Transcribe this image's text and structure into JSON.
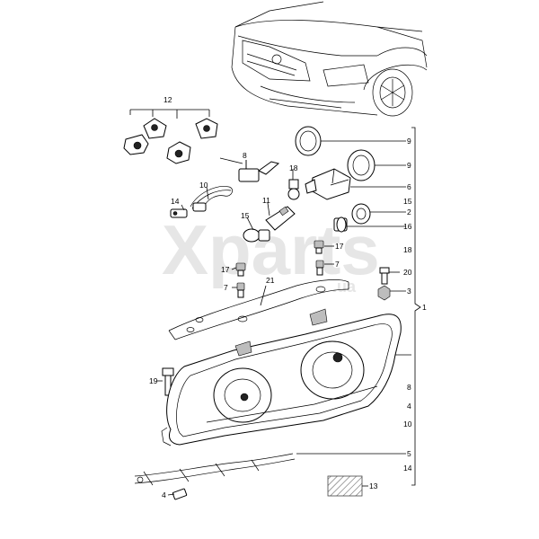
{
  "watermark": {
    "main": "Xparts",
    "sub": ".ua"
  },
  "callouts": {
    "n1": "1",
    "n2": "2",
    "n3": "3",
    "n4": "4",
    "n5": "5",
    "n6": "6",
    "n7": "7",
    "n8": "8",
    "n9": "9",
    "n10": "10",
    "n11": "11",
    "n12": "12",
    "n13": "13",
    "n14": "14",
    "n15": "15",
    "n16": "16",
    "n17": "17",
    "n18": "18",
    "n19": "19",
    "n20": "20",
    "n21": "21"
  },
  "icons": [
    "car-outline",
    "headlight-assembly",
    "bulb",
    "bulb-socket",
    "seal-ring",
    "bracket",
    "screw",
    "nut",
    "wiring-harness",
    "level-motor",
    "connector",
    "hatched-sticker"
  ]
}
